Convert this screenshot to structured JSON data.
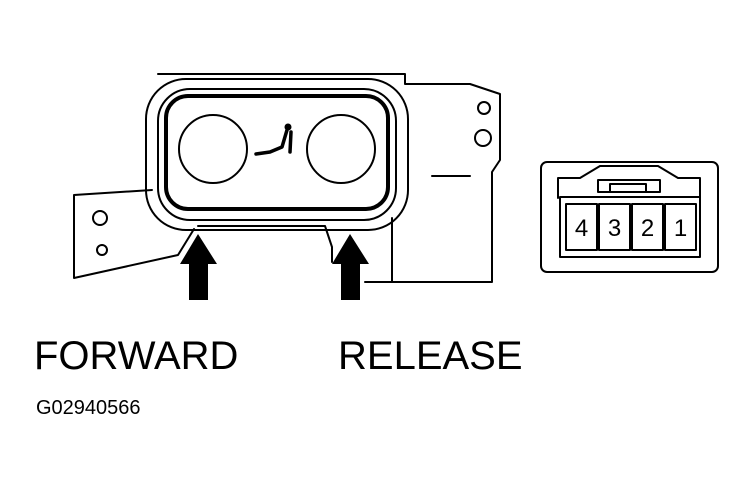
{
  "diagram": {
    "labels": {
      "forward": "FORWARD",
      "release": "RELEASE"
    },
    "figure_code": "G02940566",
    "connector": {
      "pins": [
        "4",
        "3",
        "2",
        "1"
      ]
    },
    "icons": [
      "seat-icon",
      "arrow-up-icon"
    ],
    "colors": {
      "line": "#000000",
      "background": "#ffffff"
    }
  }
}
